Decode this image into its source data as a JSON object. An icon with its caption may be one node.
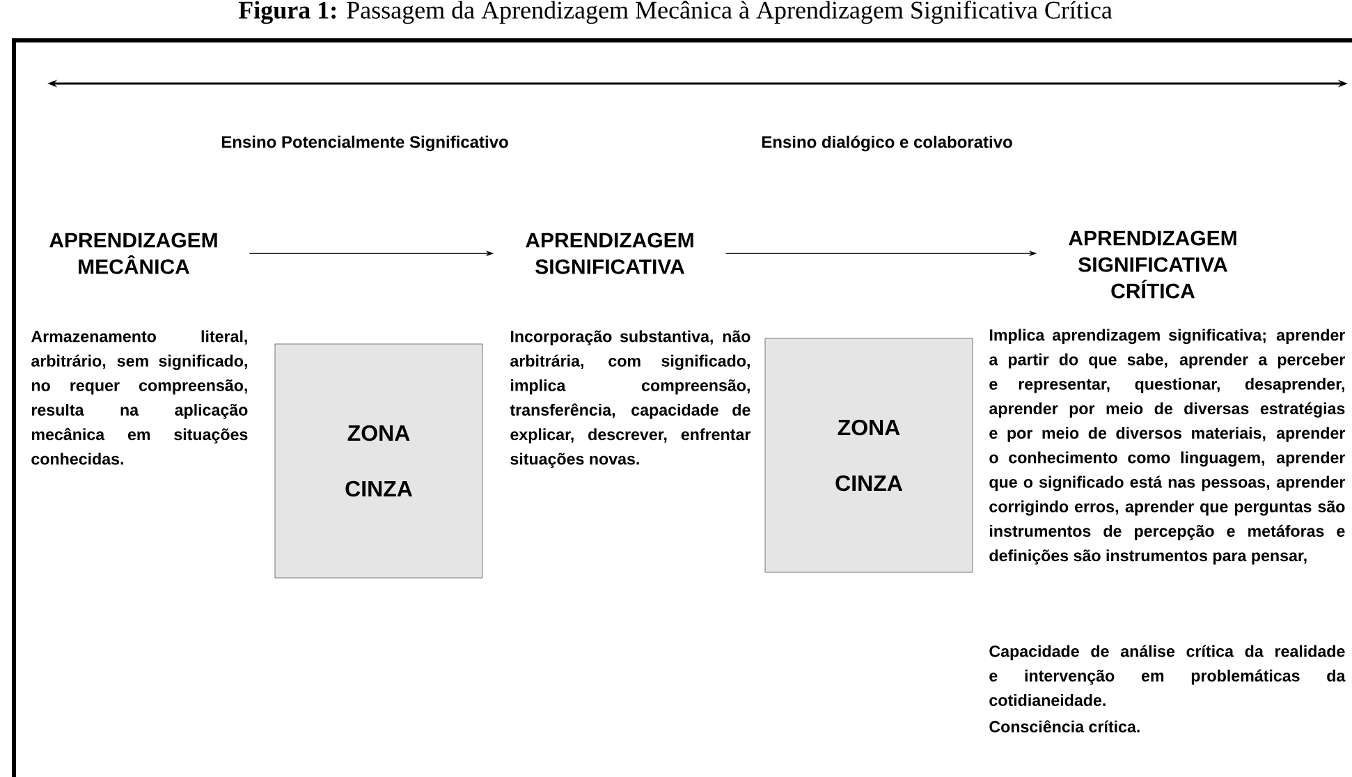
{
  "diagram": {
    "title": "**Figura 1:** Passagem da Aprendizagem Mecânica à Aprendizagem Significativa Crítica",
    "nodes": [
      {
        "text": [
          "APRENDIZAGEM MECÂNICA"
        ]
      },
      {
        "text": [
          "APRENDIZAGEM SIGNIFICATIVA"
        ]
      },
      {
        "text": [
          "APRENDIZAGEM SIGNIFICATIVA CRÍTICA"
        ]
      },
      {
        "text": [
          "ZONA",
          "CINZA"
        ]
      },
      {
        "text": [
          "ZONA",
          "CINZA"
        ]
      }
    ],
    "edges": [
      {
        "from": 0,
        "to": 1,
        "arrow": "to"
      },
      {
        "from": 1,
        "to": 2,
        "arrow": "to"
      }
    ],
    "labels": [
      "Ensino Potencialmente Significativo",
      "Ensino dialógico e colaborativo",
      "Armazenamento literal, arbitrário, sem significado, no requer compreensão, resulta na aplicação mecânica em situações conhecidas.",
      "Incorporação substantiva, não arbitrária, com significado, implica compreensão, transferência, capacidade de explicar, descrever, enfrentar situações novas.",
      "Implica aprendizagem significativa; aprender a partir do que sabe, aprender a perceber e representar, questionar, desaprender, aprender por meio de diversas estratégias e por meio de diversos materiais, aprender o conhecimento como linguagem, aprender que o significado está nas pessoas, aprender corrigindo erros, aprender que perguntas são instrumentos de percepção e metáforas e definições são instrumentos para pensar,",
      "Capacidade de análise crítica da realidade e intervenção em problemáticas da cotidianeidade.",
      "Consciência crítica."
    ]
  }
}
